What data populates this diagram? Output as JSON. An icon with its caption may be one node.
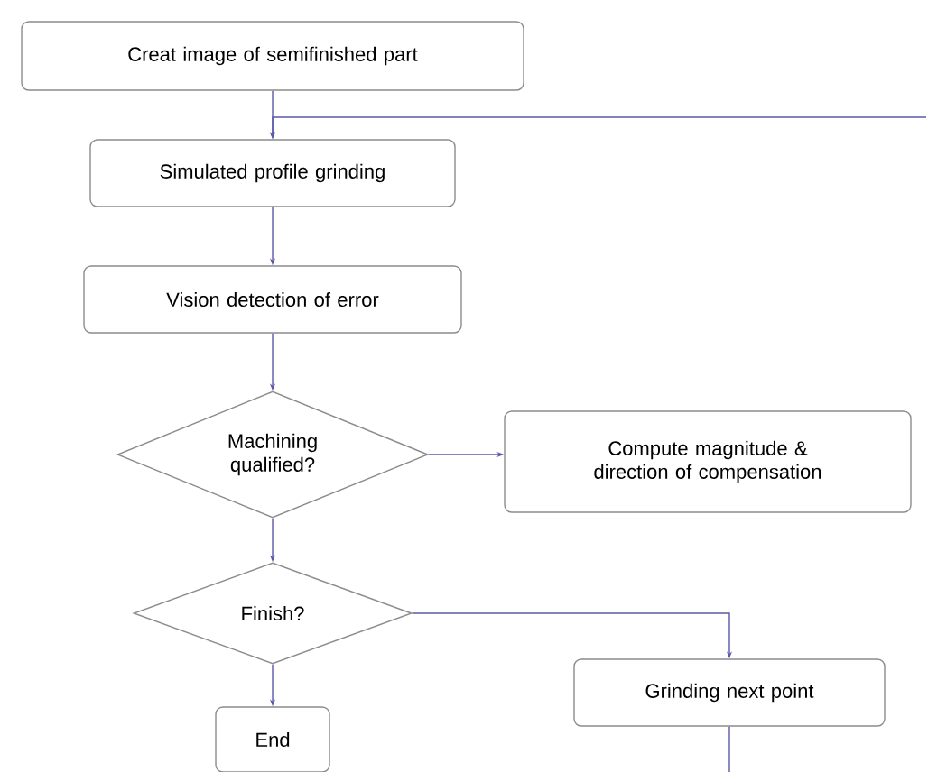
{
  "diagram": {
    "nodes": [
      {
        "text": [
          "Creat image of semifinished part"
        ]
      },
      {
        "text": [
          "Simulated profile grinding"
        ]
      },
      {
        "text": [
          "Vision detection of error"
        ]
      },
      {
        "text": [
          "Machining qualified?"
        ]
      },
      {
        "text": [
          "Compute magnitude & direction of compensation"
        ]
      },
      {
        "text": [
          "Finish?"
        ]
      },
      {
        "text": [
          "Grinding next point"
        ]
      },
      {
        "text": [
          "End"
        ]
      }
    ],
    "edges": [
      {
        "from": 0,
        "to": 1,
        "arrow": "to"
      },
      {
        "from": null,
        "to": 1,
        "arrow": "to"
      },
      {
        "from": 1,
        "to": 2,
        "arrow": "to"
      },
      {
        "from": 2,
        "to": 3,
        "arrow": "to"
      },
      {
        "from": 3,
        "to": 4,
        "arrow": "to"
      },
      {
        "from": 3,
        "to": 5,
        "arrow": "to"
      },
      {
        "from": 5,
        "to": 6,
        "arrow": "to"
      },
      {
        "from": 5,
        "to": 7,
        "arrow": "to"
      },
      {
        "from": 6,
        "to": null,
        "arrow": "none"
      }
    ]
  }
}
